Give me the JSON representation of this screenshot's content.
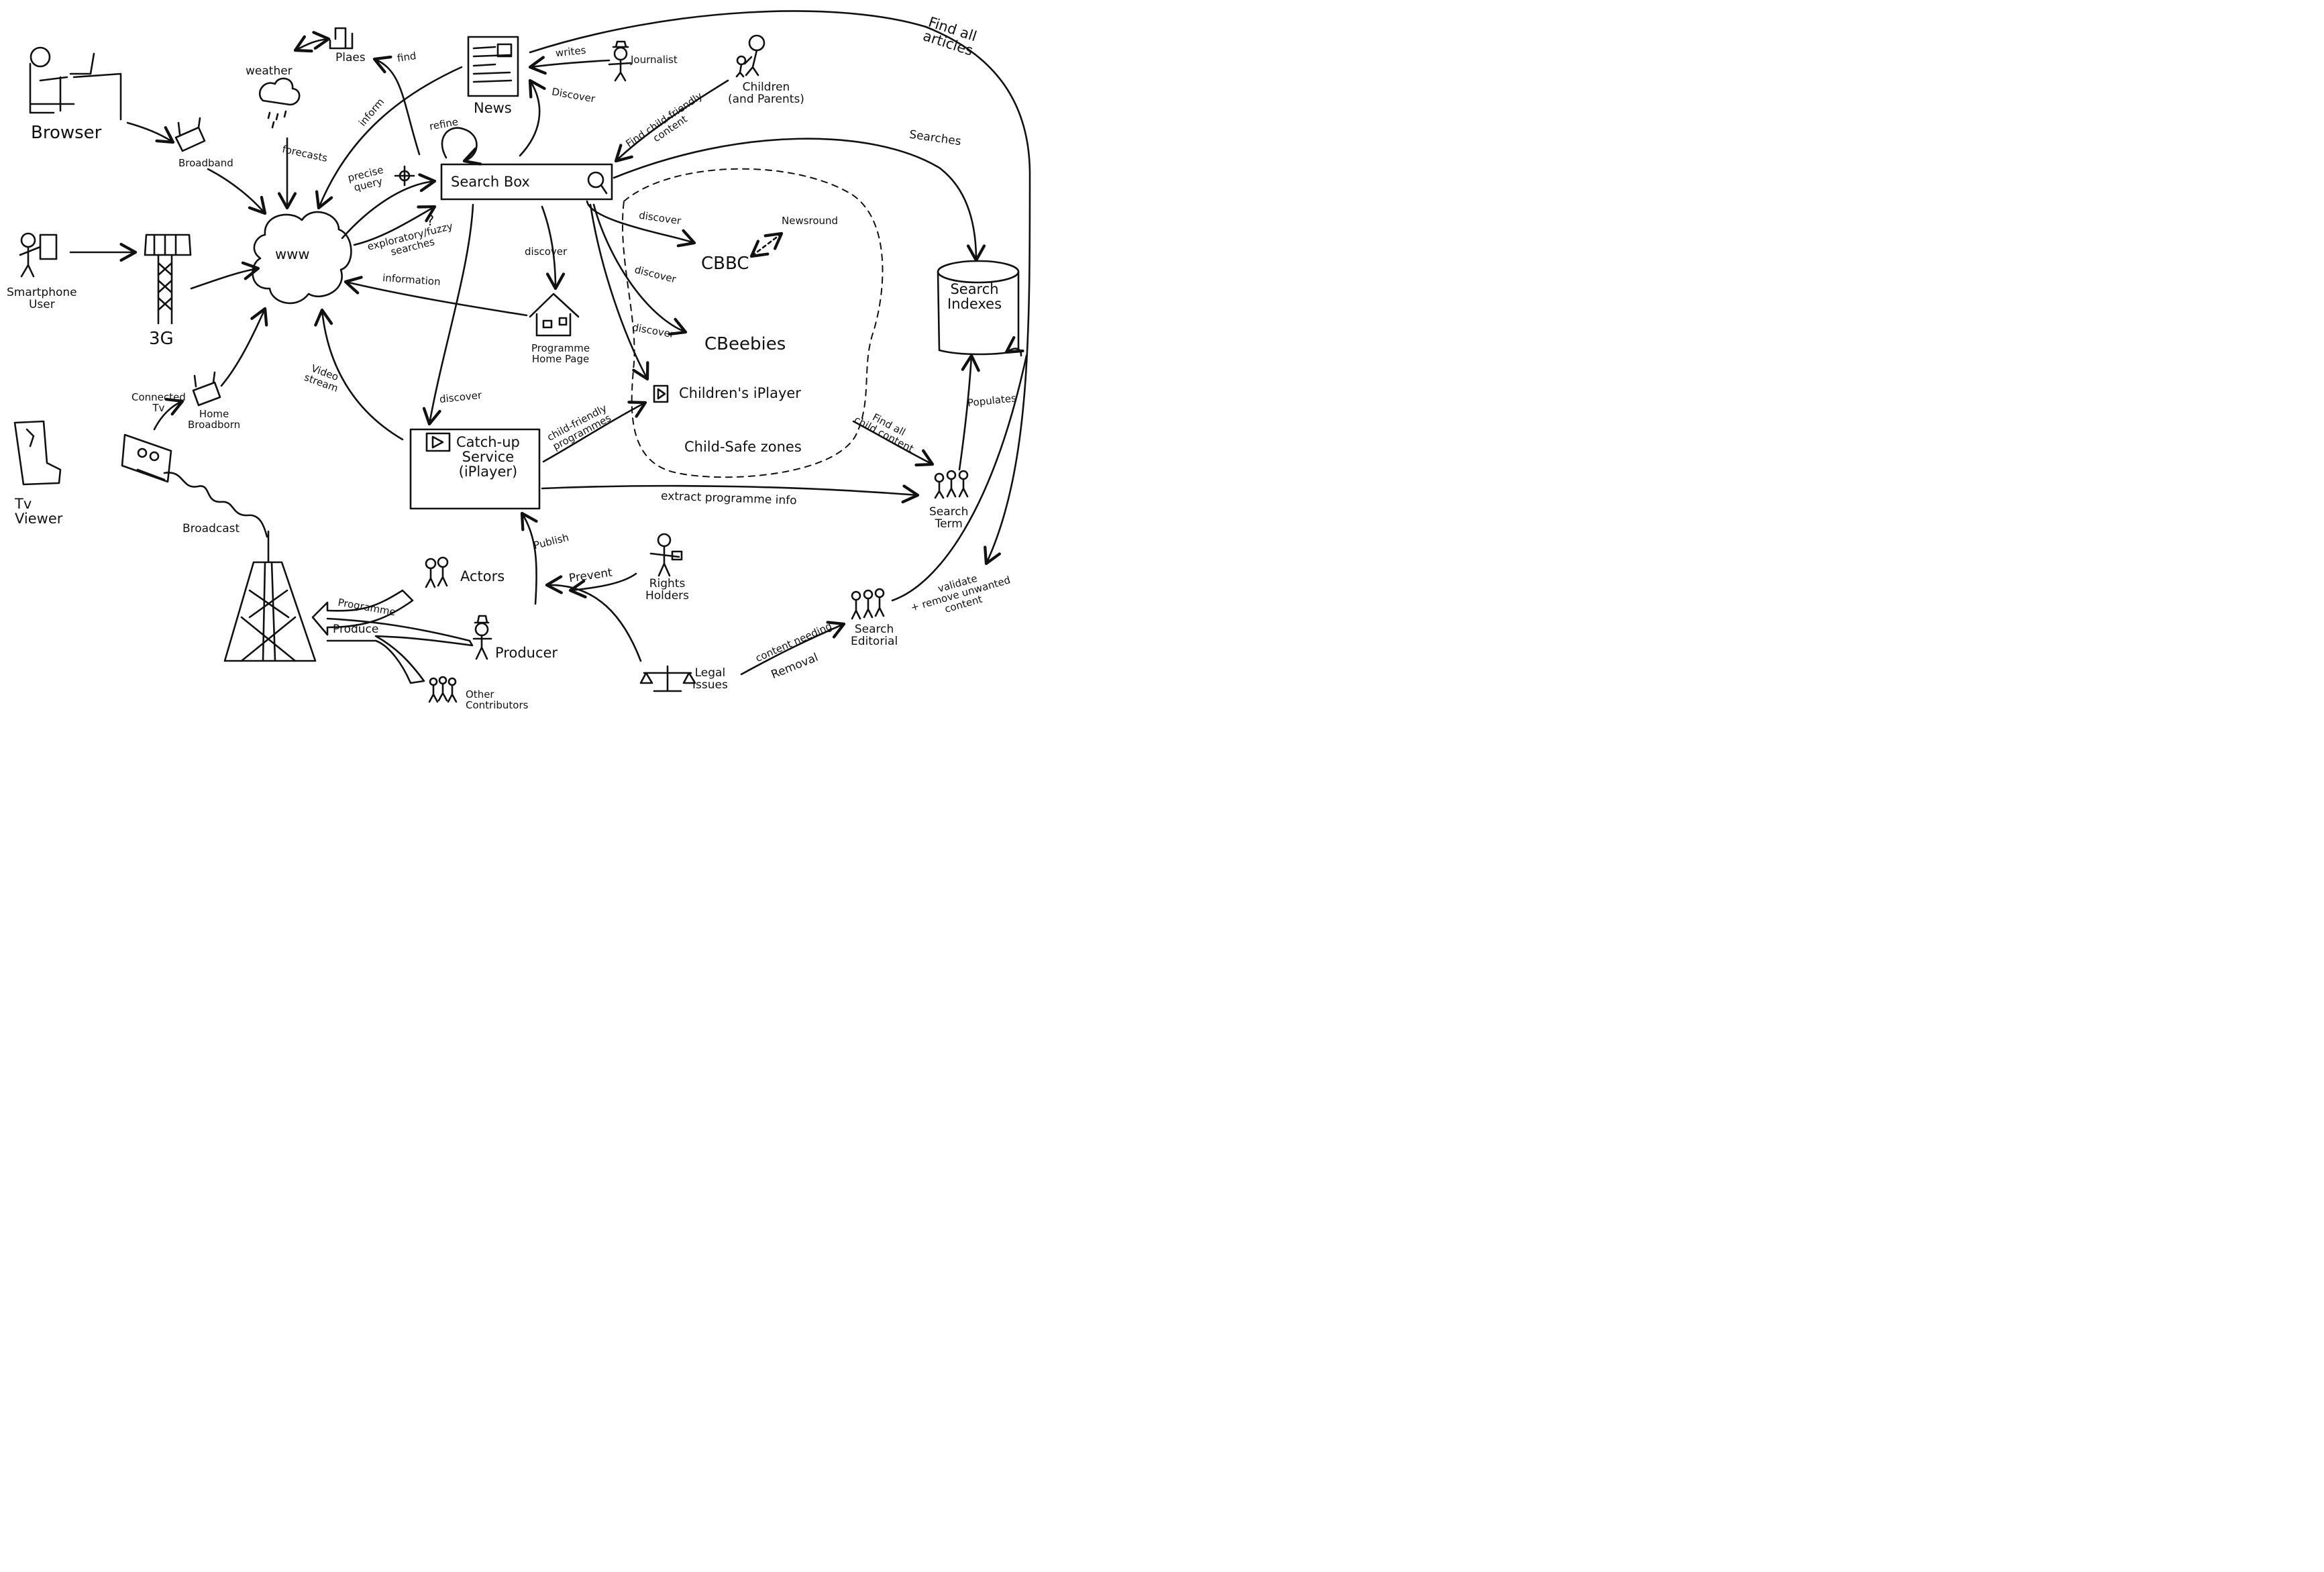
{
  "colors": {
    "ink": "#111111",
    "paper": "#ffffff"
  },
  "nodes": {
    "browser": "Browser",
    "broadband": "Broadband",
    "smartphone_user": "Smartphone\nUser",
    "three_g": "3G",
    "connected_tv": "Connected\nTv",
    "home_broadband": "Home\nBroadborn",
    "tv_viewer": "Tv\nViewer",
    "broadcast": "Broadcast",
    "weather": "weather",
    "places": "Plaes",
    "www": "www",
    "news": "News",
    "journalist": "Journalist",
    "children_parents": "Children\n(and Parents)",
    "search_box": "Search Box",
    "programme_home_page": "Programme\nHome Page",
    "cbbc": "CBBC",
    "newsround": "Newsround",
    "cbeebies": "CBeebies",
    "childrens_iplayer": "Children's iPlayer",
    "child_safe_zones": "Child-Safe zones",
    "search_indexes": "Search\nIndexes",
    "search_term": "Search\nTerm",
    "catchup_service": "Catch-up\nService\n(iPlayer)",
    "actors": "Actors",
    "producer": "Producer",
    "other_contributors": "Other\nContributors",
    "rights_holders": "Rights\nHolders",
    "legal_issues": "Legal\nIssues",
    "search_editorial": "Search\nEditorial",
    "programme_produce_top": "Programme",
    "programme_produce_bottom": "Produce"
  },
  "edges": {
    "find": "find",
    "writes": "writes",
    "discover_news": "Discover",
    "inform": "inform",
    "refine": "refine",
    "forecasts": "forecasts",
    "precise_query": "precise\nquery",
    "exploratory": "exploratory/fuzzy\nsearches",
    "information": "information",
    "find_child_friendly": "Find child-friendly\ncontent",
    "find_all_articles": "Find all\narticles",
    "searches": "Searches",
    "discover_cbbc": "discover",
    "discover_home": "discover",
    "discover_cbeebies": "discover",
    "discover_iplayer": "discover",
    "discover_catchup": "discover",
    "video_stream": "Video\nstream",
    "child_friendly_programmes": "child-friendly\nprogrammes",
    "extract_programme_info": "extract programme info",
    "find_all_child_content": "Find all\nchild content",
    "populates": "Populates",
    "publish": "Publish",
    "prevent": "Prevent",
    "content_needing_removal_top": "content needing",
    "content_needing_removal_bottom": "Removal",
    "validate_remove": "validate\n+ remove unwanted\ncontent",
    "query_mark": "?"
  }
}
